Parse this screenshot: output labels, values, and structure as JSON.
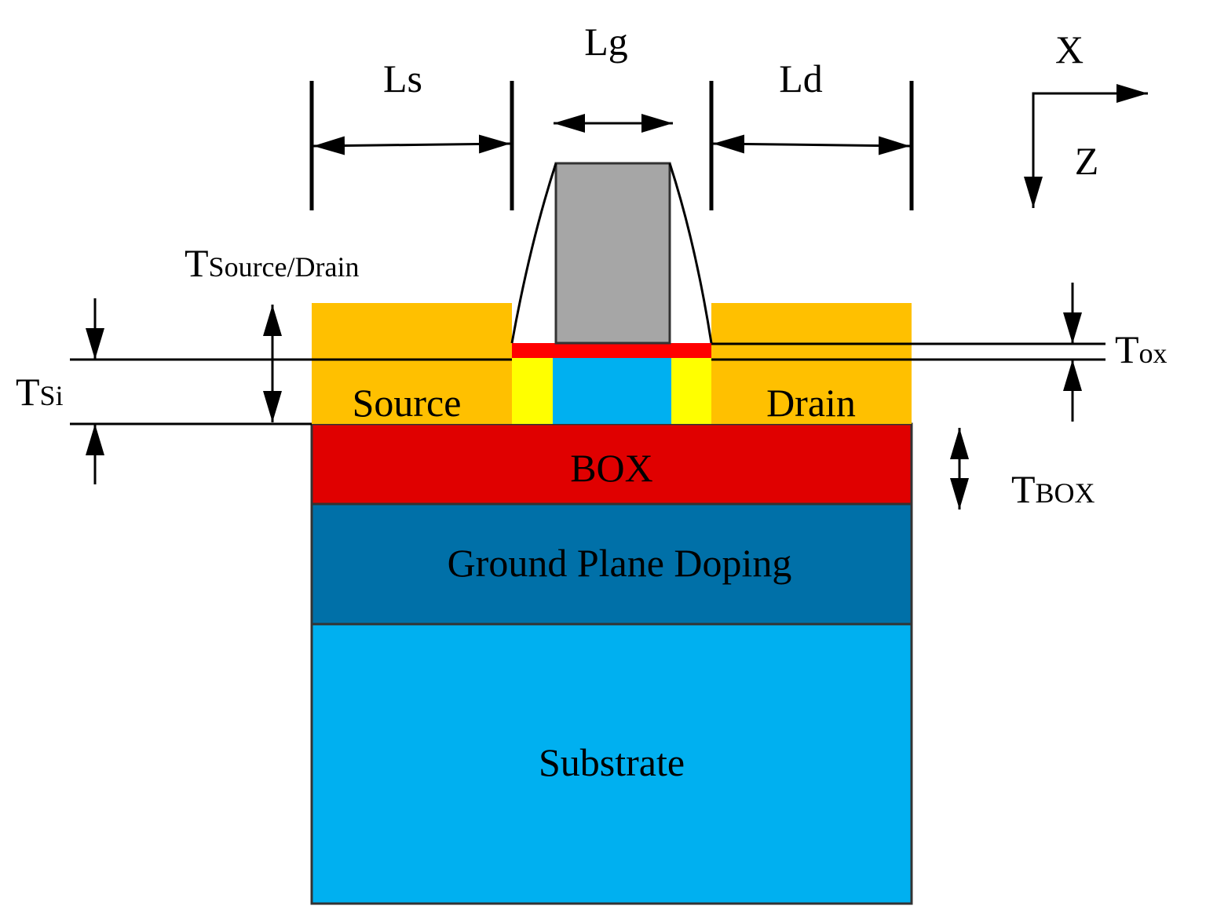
{
  "dimensions": {
    "ls": "Ls",
    "lg": "Lg",
    "ld": "Ld"
  },
  "axes": {
    "x": "X",
    "z": "Z"
  },
  "thickness": {
    "tsd_main": "T",
    "tsd_sub": "Source/Drain",
    "tsi_main": "T",
    "tsi_sub": "Si",
    "tox_main": "T",
    "tox_sub": "ox",
    "tbox_main": "T",
    "tbox_sub": "BOX"
  },
  "regions": {
    "source": "Source",
    "drain": "Drain",
    "box": "BOX",
    "ground_plane": "Ground Plane Doping",
    "substrate": "Substrate"
  },
  "colors": {
    "source_drain": "#FFC000",
    "gate": "#A6A6A6",
    "gate_oxide": "#FF0000",
    "spacer_region": "#FFFF00",
    "channel": "#00B0F0",
    "box": "#E00000",
    "ground_plane": "#0070A8",
    "substrate": "#00B0F0"
  }
}
